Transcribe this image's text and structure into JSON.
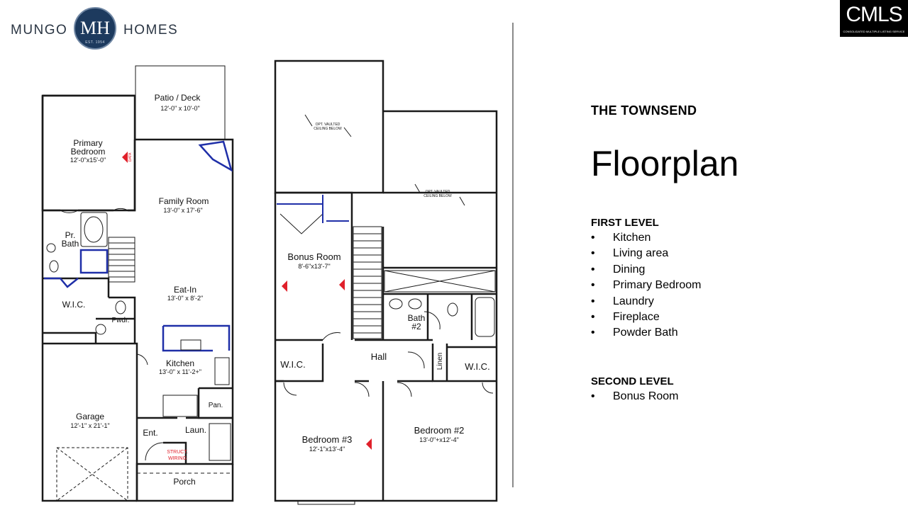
{
  "logo": {
    "left_word": "MUNGO",
    "monogram": "MH",
    "right_word": "HOMES",
    "est": "EST. 1954"
  },
  "cmls_logo": {
    "text": "CMLS",
    "sub": "CONSOLIDATED MULTIPLE LISTING SERVICE"
  },
  "plan_name": "THE TOWNSEND",
  "page_title": "Floorplan",
  "first_level": {
    "heading": "FIRST LEVEL",
    "items": [
      "Kitchen",
      "Living area",
      "Dining",
      "Primary Bedroom",
      "Laundry",
      "Fireplace",
      "Powder Bath"
    ]
  },
  "second_level": {
    "heading": "SECOND LEVEL",
    "items": [
      "Bonus Room"
    ]
  },
  "first_floor_labels": {
    "patio": "Patio / Deck",
    "patio_dim": "12'-0\" x 10'-0\"",
    "primary_bedroom_1": "Primary",
    "primary_bedroom_2": "Bedroom",
    "primary_bedroom_dim": "12'-0\"x15'-0\"",
    "family_room": "Family Room",
    "family_room_dim": "13'-0\" x 17'-6\"",
    "pr_bath_1": "Pr.",
    "pr_bath_2": "Bath",
    "eat_in": "Eat-In",
    "eat_in_dim": "13'-0\" x 8'-2\"",
    "wic": "W.I.C.",
    "pwdr": "Pwdr.",
    "kitchen": "Kitchen",
    "kitchen_dim": "13'-0\" x 11'-2+\"",
    "garage": "Garage",
    "garage_dim": "12'-1\" x 21'-1\"",
    "pan": "Pan.",
    "laun": "Laun.",
    "ent": "Ent.",
    "struct_1": "STRUCT.",
    "struct_2": "WIRING",
    "porch": "Porch",
    "data": "DATA",
    "vault_1": "OPT. VAULTED",
    "vault_2": "CEILING BELOW"
  },
  "second_floor_labels": {
    "bonus_room": "Bonus Room",
    "bonus_room_dim": "8'-6\"x13'-7\"",
    "bath2_1": "Bath",
    "bath2_2": "#2",
    "hall": "Hall",
    "linen": "Linen",
    "wic_left": "W.I.C.",
    "wic_right": "W.I.C.",
    "bedroom3": "Bedroom #3",
    "bedroom3_dim": "12'-1\"x13'-4\"",
    "bedroom2": "Bedroom #2",
    "bedroom2_dim": "13'-0\"+x12'-4\""
  },
  "colors": {
    "wall": "#1a1a1a",
    "accent_blue": "#1f2fa8",
    "data_red": "#e0202a",
    "logo_navy": "#1d3a5e"
  }
}
